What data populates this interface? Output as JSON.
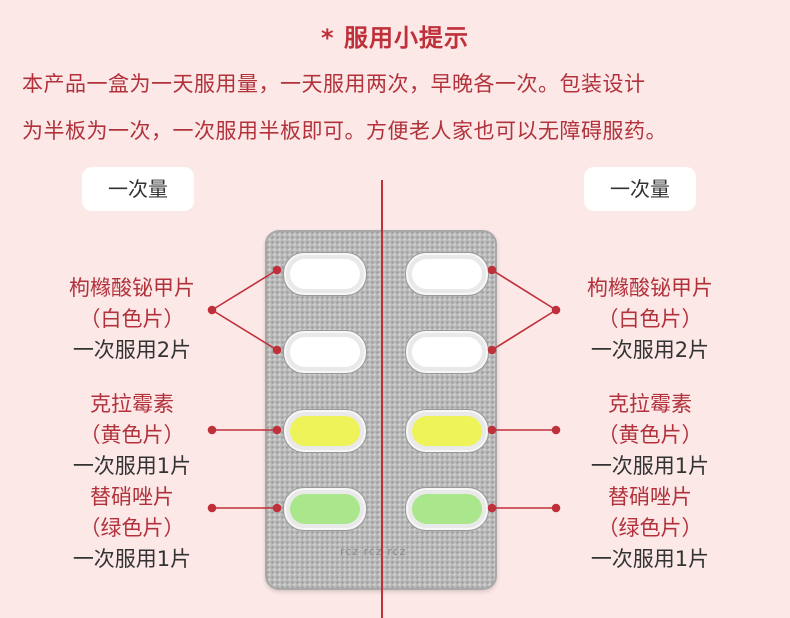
{
  "header": {
    "title": "* 服用小提示",
    "desc_line1": "本产品一盒为一天服用量，一天服用两次，早晚各一次。包装设计",
    "desc_line2": "为半板为一次，一次服用半板即可。方便老人家也可以无障碍服药。"
  },
  "dose_left": "一次量",
  "dose_right": "一次量",
  "blister_print": "rcz rcz rcz",
  "colors": {
    "accent": "#c0303a",
    "background": "#fce8e7",
    "white_pill": "#ffffff",
    "yellow_pill": "#eef35a",
    "green_pill": "#a9e68c"
  },
  "groups": [
    {
      "name": "枸橼酸铋甲片",
      "color": "（白色片）",
      "dose": "一次服用2片"
    },
    {
      "name": "克拉霉素",
      "color": "（黄色片）",
      "dose": "一次服用1片"
    },
    {
      "name": "替硝唑片",
      "color": "（绿色片）",
      "dose": "一次服用1片"
    }
  ]
}
